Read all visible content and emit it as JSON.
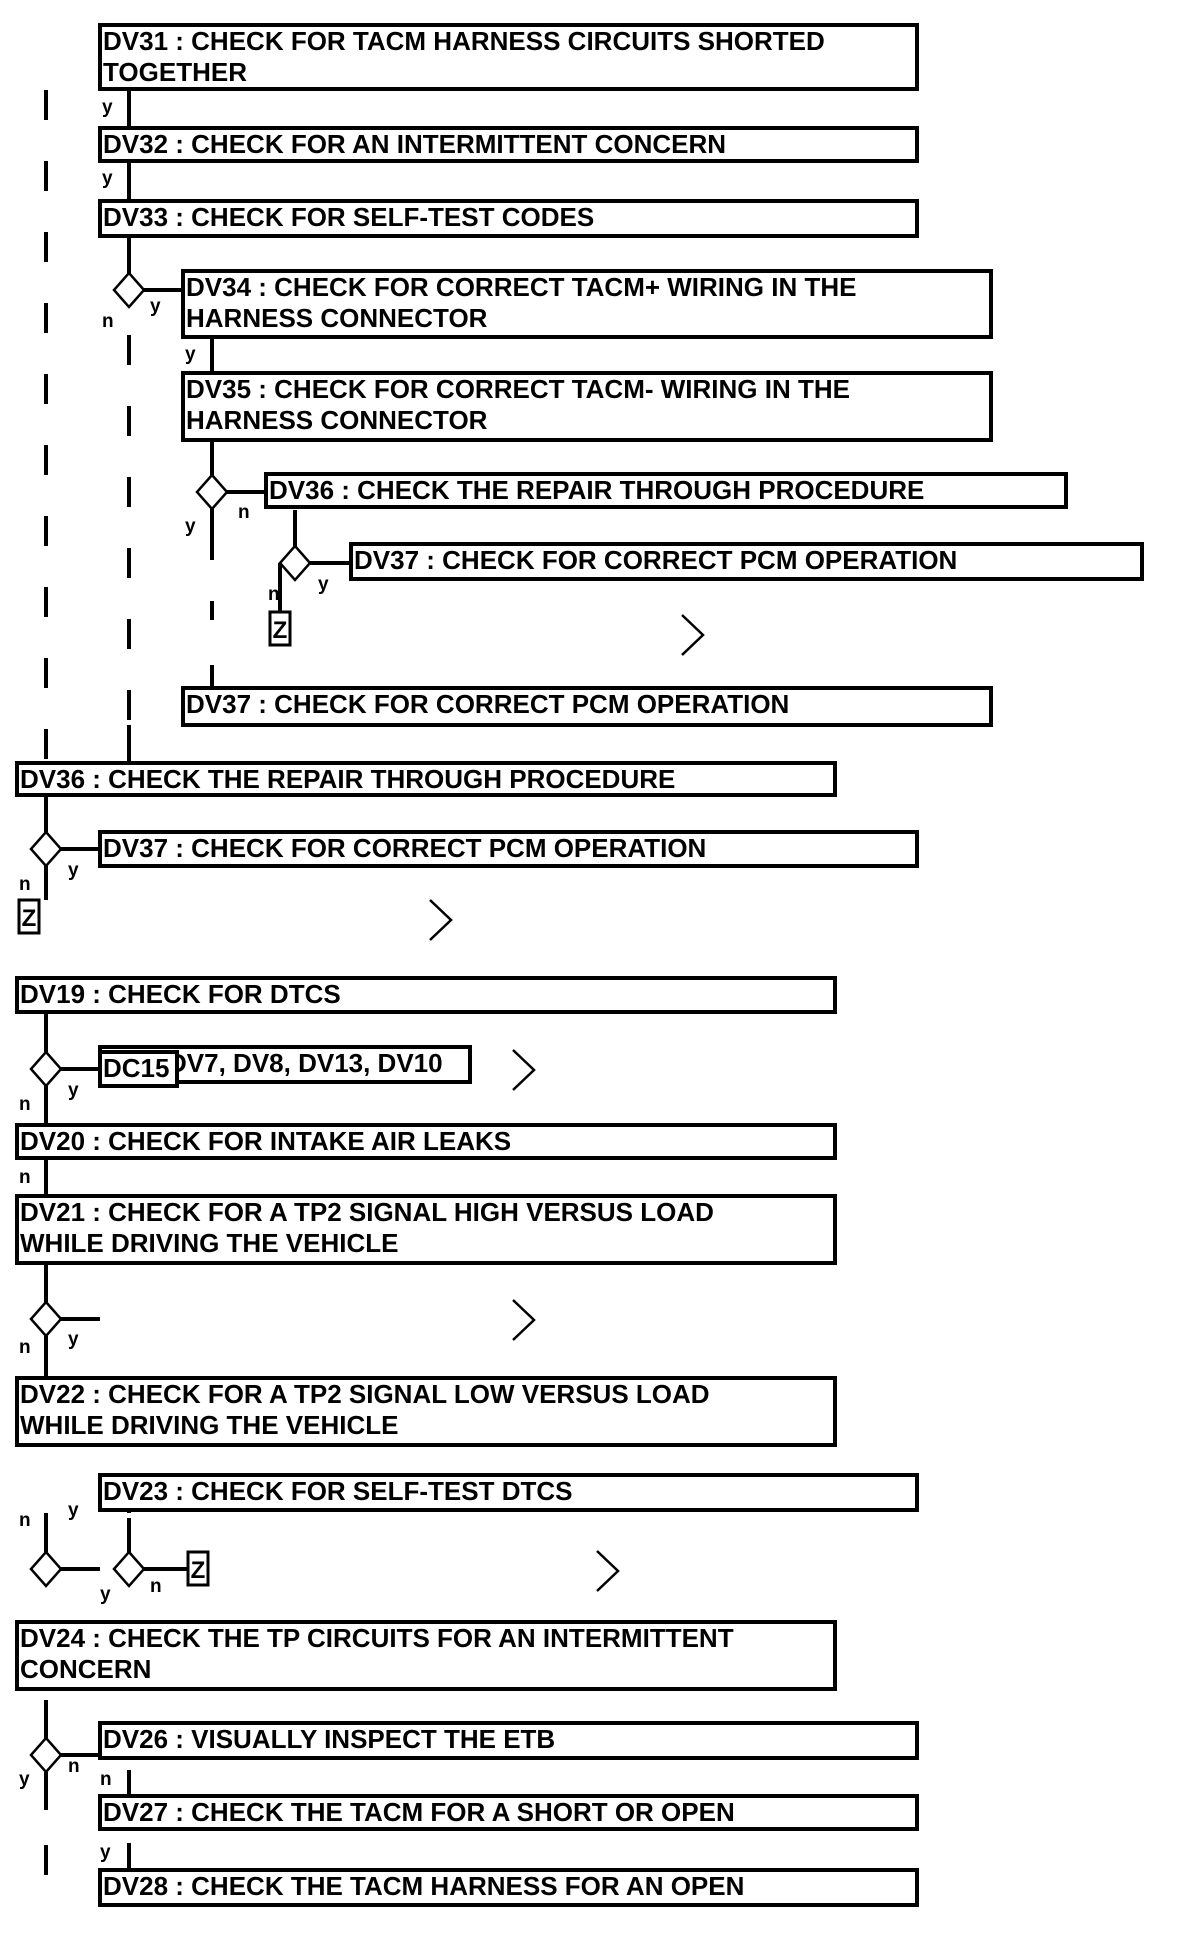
{
  "boxes": {
    "dv31": [
      "DV31 : CHECK FOR TACM HARNESS CIRCUITS SHORTED",
      "TOGETHER"
    ],
    "dv32": [
      "DV32 : CHECK FOR AN INTERMITTENT CONCERN"
    ],
    "dv33": [
      "DV33 : CHECK FOR SELF-TEST CODES"
    ],
    "dv34": [
      "DV34 : CHECK FOR CORRECT TACM+ WIRING IN THE",
      "HARNESS CONNECTOR"
    ],
    "dv35": [
      "DV35 : CHECK FOR CORRECT TACM- WIRING IN THE",
      "HARNESS CONNECTOR"
    ],
    "dv36_a": [
      "DV36 : CHECK THE REPAIR THROUGH PROCEDURE"
    ],
    "dv37_a": [
      "DV37 : CHECK FOR CORRECT PCM OPERATION"
    ],
    "dv37_b": [
      "DV37 : CHECK FOR CORRECT PCM OPERATION"
    ],
    "dv36_b": [
      "DV36 : CHECK THE REPAIR THROUGH PROCEDURE"
    ],
    "dv37_c": [
      "DV37 : CHECK FOR CORRECT PCM OPERATION"
    ],
    "dv19": [
      "DV19 : CHECK FOR DTCS"
    ],
    "dv_ref": [
      "DV3, DV7, DV8, DV13, DV10"
    ],
    "dv20": [
      "DV20 : CHECK FOR INTAKE AIR LEAKS"
    ],
    "dv21": [
      "DV21 : CHECK FOR A TP2 SIGNAL HIGH VERSUS LOAD",
      "WHILE DRIVING THE VEHICLE"
    ],
    "dc15": [
      "DC15"
    ],
    "dv22": [
      "DV22 : CHECK FOR A TP2 SIGNAL LOW VERSUS LOAD",
      "WHILE DRIVING THE VEHICLE"
    ],
    "dv23": [
      "DV23 : CHECK FOR SELF-TEST DTCS"
    ],
    "dv24": [
      "DV24 : CHECK THE TP CIRCUITS FOR AN INTERMITTENT",
      "CONCERN"
    ],
    "dv26": [
      "DV26 : VISUALLY INSPECT THE ETB"
    ],
    "dv27": [
      "DV27 : CHECK THE TACM FOR A SHORT OR OPEN"
    ],
    "dv28": [
      "DV28 : CHECK THE TACM HARNESS FOR AN OPEN"
    ]
  },
  "terminal_z": "Z",
  "edge_labels": {
    "yes": "y",
    "no": "n"
  }
}
